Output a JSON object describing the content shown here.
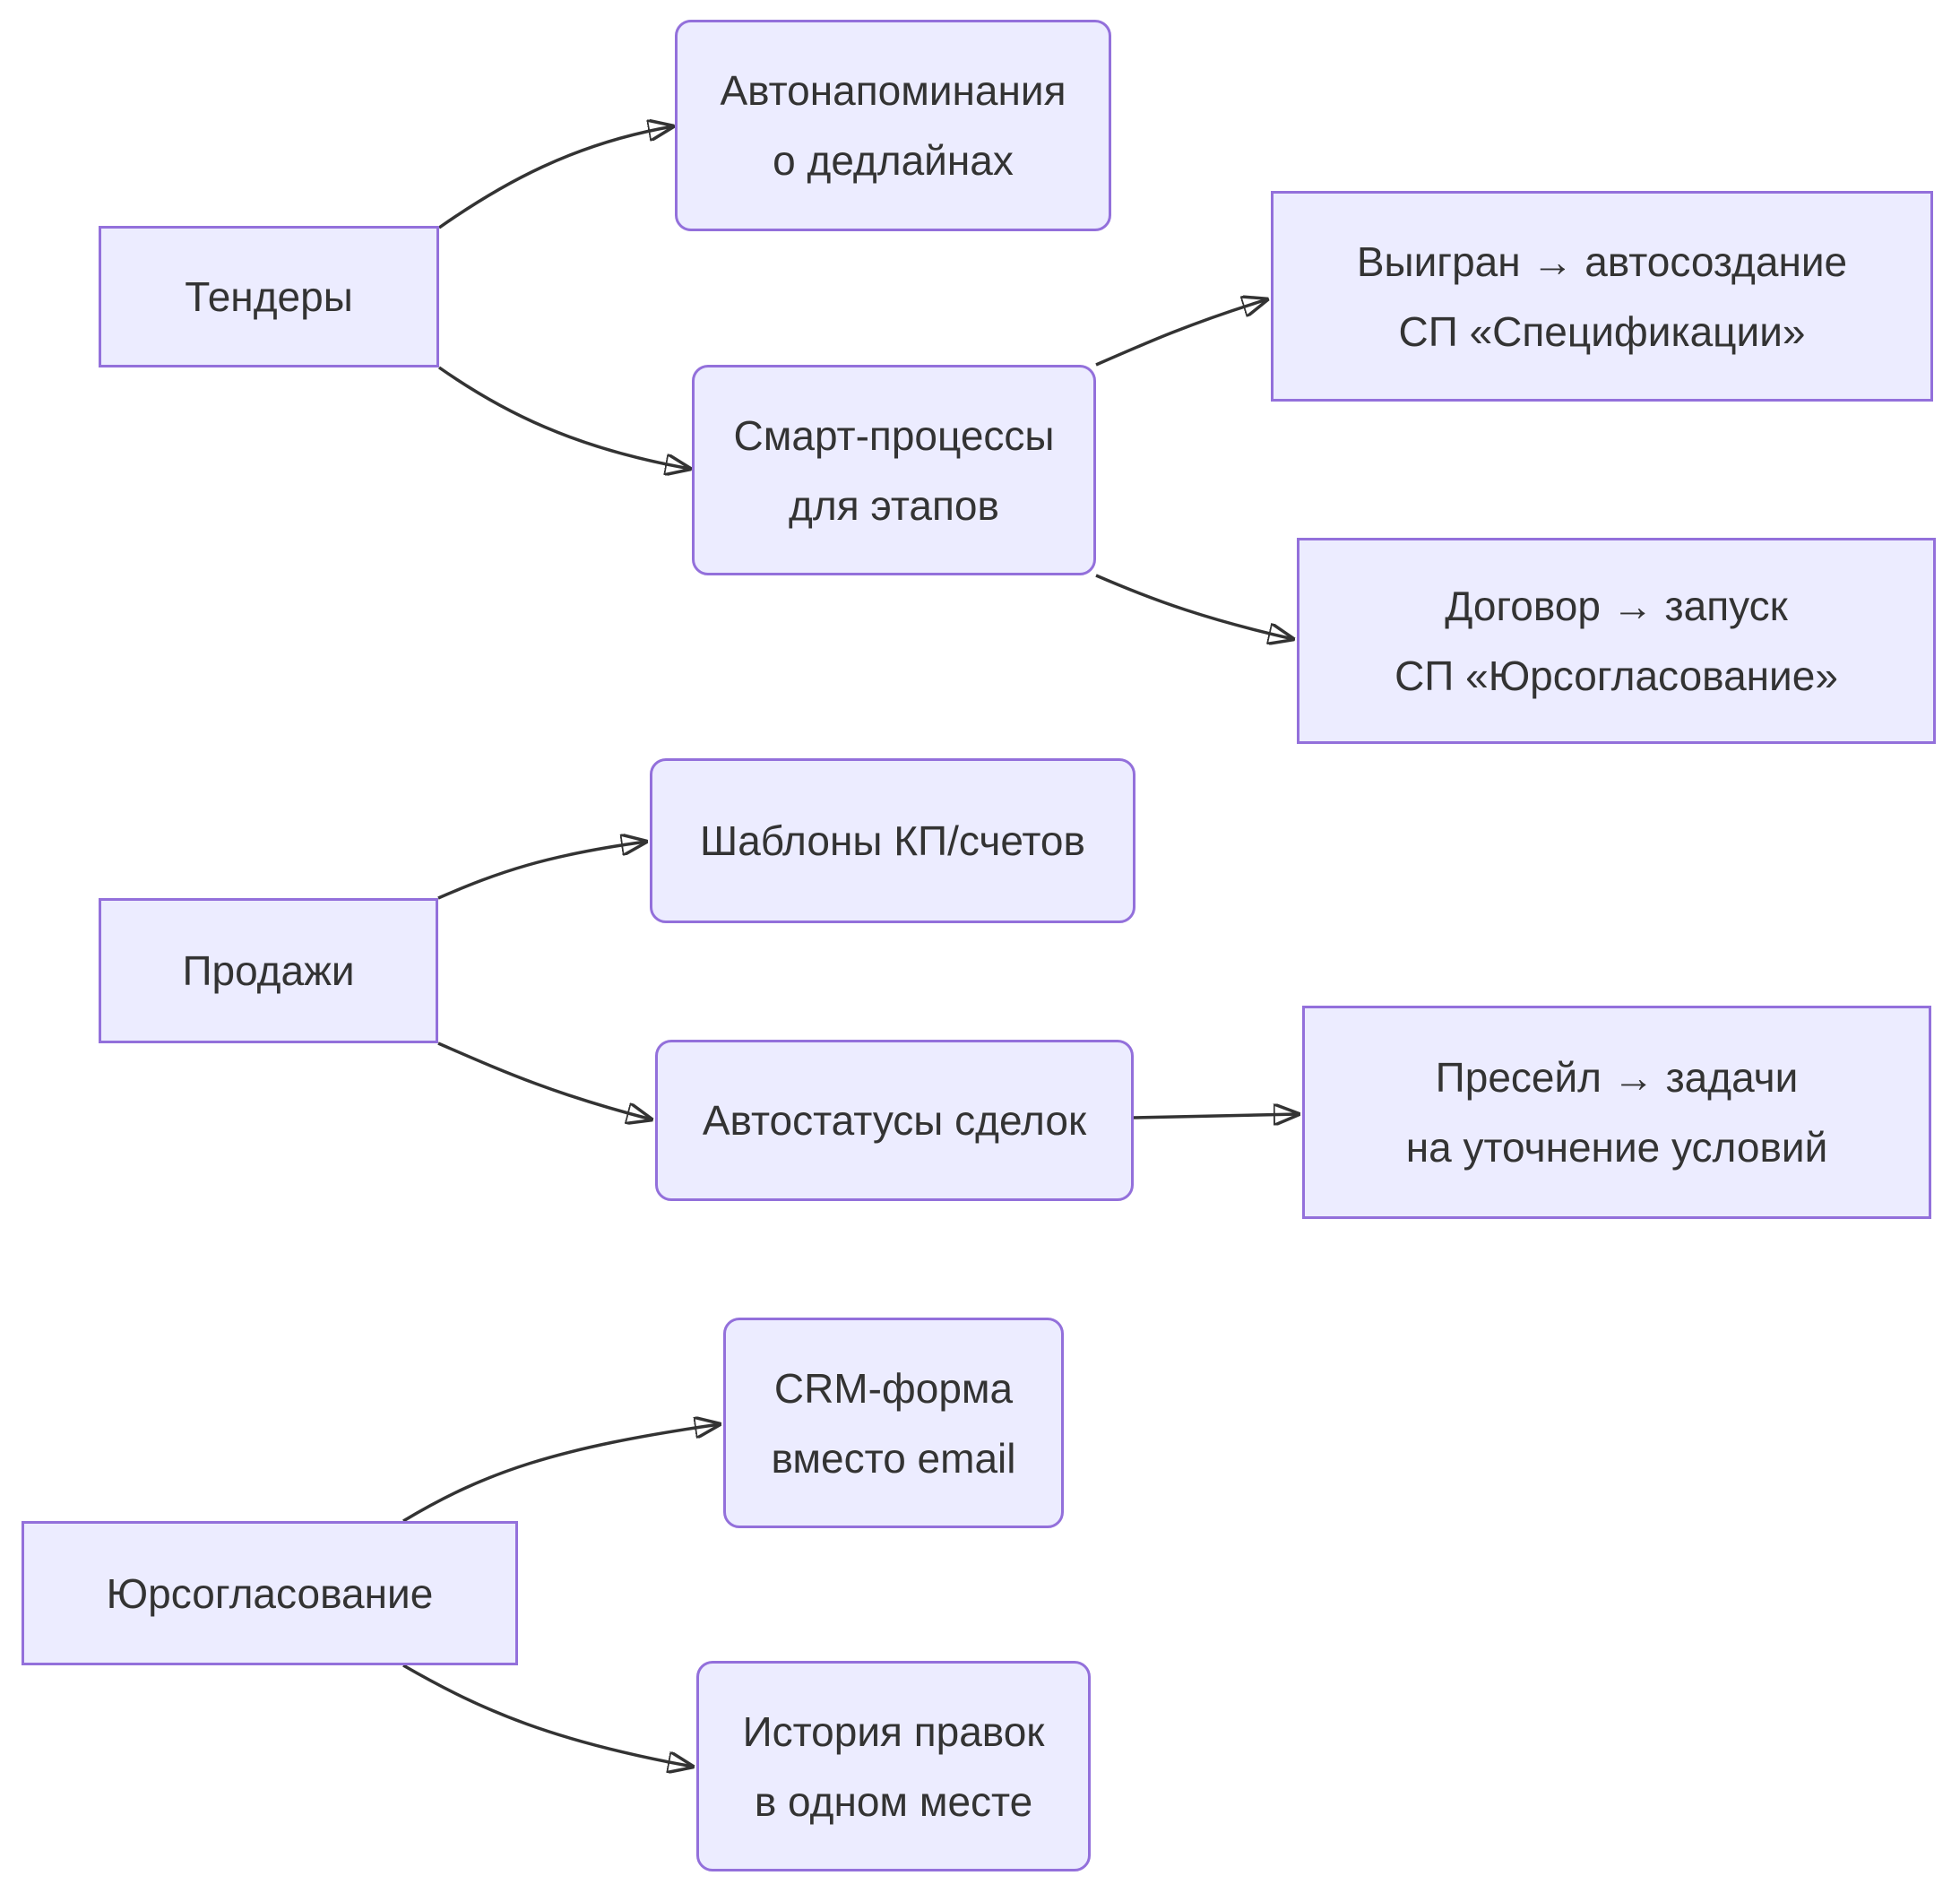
{
  "diagram": {
    "type": "flowchart-left-to-right",
    "colors": {
      "background": "#FFFFFF",
      "node_fill": "#ECECFF",
      "node_border": "#9370DB",
      "edge": "#333333",
      "text": "#333333"
    },
    "nodes": [
      {
        "id": "tenders",
        "shape": "rect",
        "lines": [
          "Тендеры",
          ""
        ]
      },
      {
        "id": "auto-reminders",
        "shape": "rounded",
        "lines": [
          "Автонапоминания",
          "о дедлайнах"
        ]
      },
      {
        "id": "smart-processes",
        "shape": "rounded",
        "lines": [
          "Смарт-процессы",
          "для этапов"
        ]
      },
      {
        "id": "won-autocreate",
        "shape": "rect",
        "lines": [
          "Выигран → автосоздание",
          "СП «Спецификации»"
        ]
      },
      {
        "id": "contract-launch",
        "shape": "rect",
        "lines": [
          "Договор → запуск",
          "СП «Юрсогласование»"
        ]
      },
      {
        "id": "templates",
        "shape": "rounded",
        "lines": [
          "Шаблоны КП/счетов",
          ""
        ]
      },
      {
        "id": "sales",
        "shape": "rect",
        "lines": [
          "Продажи",
          ""
        ]
      },
      {
        "id": "auto-statuses",
        "shape": "rounded",
        "lines": [
          "Автостатусы сделок",
          ""
        ]
      },
      {
        "id": "presale-tasks",
        "shape": "rect",
        "lines": [
          "Пресейл → задачи",
          "на уточнение условий"
        ]
      },
      {
        "id": "legal-approval",
        "shape": "rect",
        "lines": [
          "Юрсогласование",
          ""
        ]
      },
      {
        "id": "crm-form",
        "shape": "rounded",
        "lines": [
          "CRM-форма",
          "вместо email"
        ]
      },
      {
        "id": "edit-history",
        "shape": "rounded",
        "lines": [
          "История правок",
          "в одном месте"
        ]
      }
    ],
    "edges": [
      {
        "from": "tenders",
        "to": "auto-reminders"
      },
      {
        "from": "tenders",
        "to": "smart-processes"
      },
      {
        "from": "smart-processes",
        "to": "won-autocreate"
      },
      {
        "from": "smart-processes",
        "to": "contract-launch"
      },
      {
        "from": "sales",
        "to": "templates"
      },
      {
        "from": "sales",
        "to": "auto-statuses"
      },
      {
        "from": "auto-statuses",
        "to": "presale-tasks"
      },
      {
        "from": "legal-approval",
        "to": "crm-form"
      },
      {
        "from": "legal-approval",
        "to": "edit-history"
      }
    ]
  }
}
